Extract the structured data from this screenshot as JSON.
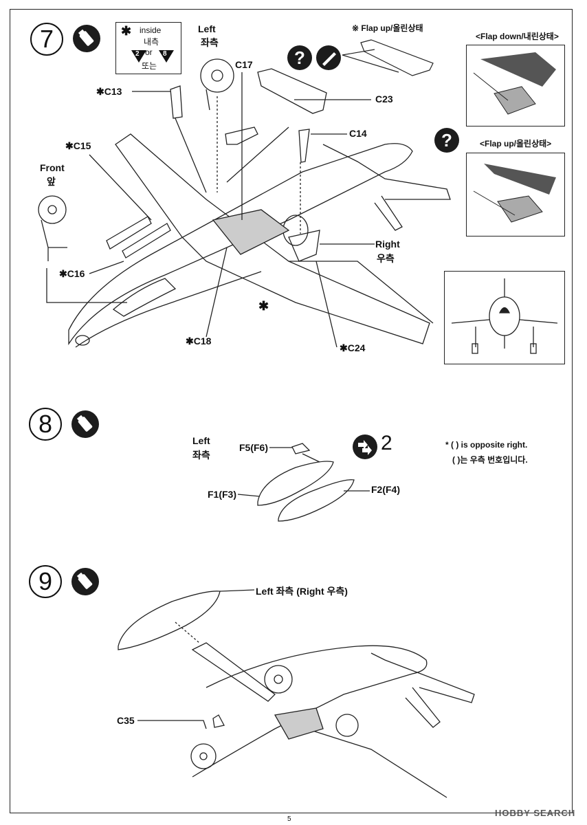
{
  "page_number": "5",
  "watermark": "HOBBY SEARCH",
  "steps": {
    "step7": {
      "number": "7",
      "legend": {
        "asterisk": "✱",
        "inside_en": "inside",
        "inside_kr": "내측",
        "or_en": "or",
        "or_kr": "또는",
        "part_a": "2",
        "part_b": "8"
      },
      "labels": {
        "left_en": "Left",
        "left_kr": "좌측",
        "front_en": "Front",
        "front_kr": "앞",
        "right_en": "Right",
        "right_kr": "우측",
        "c13": "✱C13",
        "c15": "✱C15",
        "c16": "✱C16",
        "c17": "C17",
        "c18": "✱C18",
        "c23": "C23",
        "c14": "C14",
        "c24": "✱C24",
        "asterisk_mark": "✱",
        "flap_up_note": "※ Flap up/올린상태",
        "flap_down": "<Flap down/내린상태>",
        "flap_up": "<Flap up/올린상태>",
        "question": "?"
      }
    },
    "step8": {
      "number": "8",
      "labels": {
        "left_en": "Left",
        "left_kr": "좌측",
        "f5": "F5(F6)",
        "f1": "F1(F3)",
        "f2": "F2(F4)",
        "quantity": "2",
        "note_en": "* (   ) is opposite right.",
        "note_kr": "(   )는 우측 번호입니다."
      }
    },
    "step9": {
      "number": "9",
      "labels": {
        "tank": "Left 좌측 (Right 우측)",
        "c35": "C35"
      }
    }
  }
}
